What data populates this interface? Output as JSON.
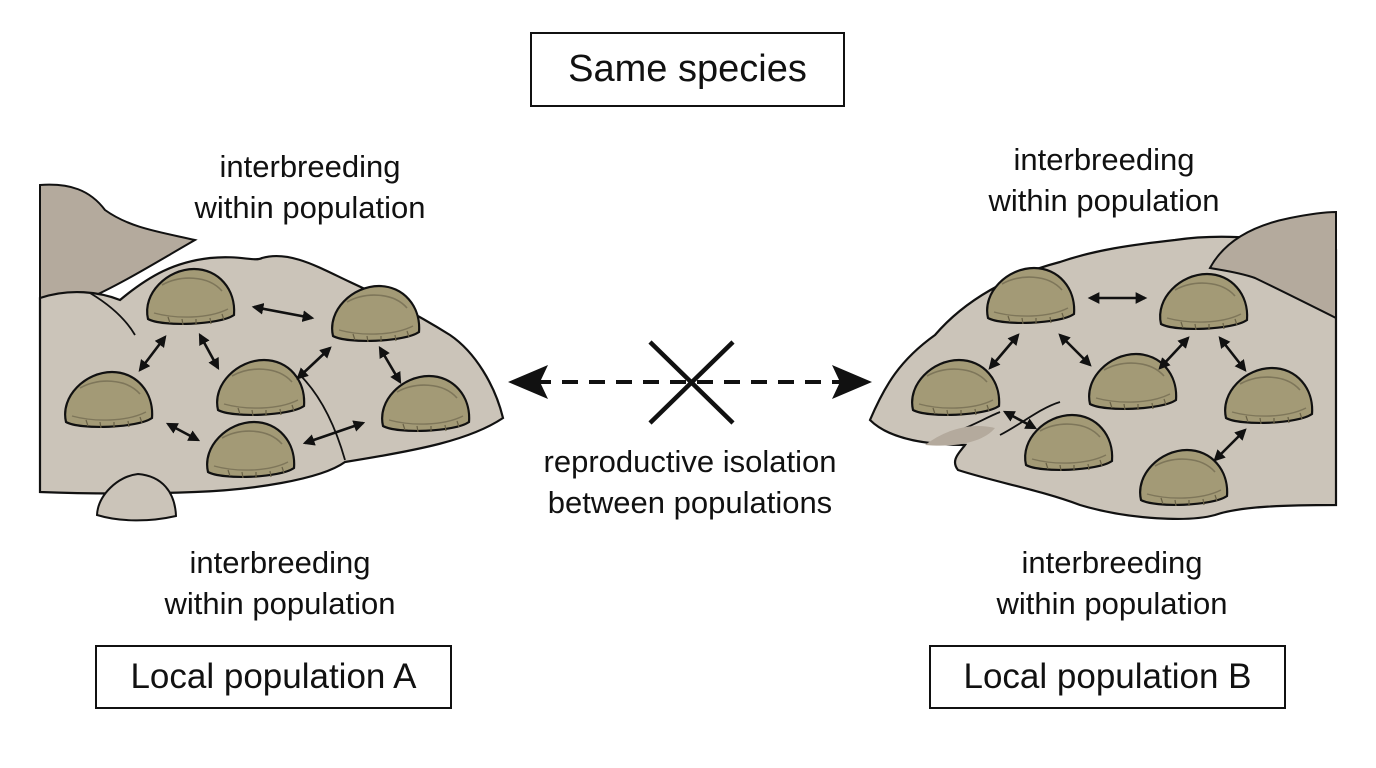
{
  "title": "Same species",
  "population_a": {
    "name": "Local population A",
    "top_label": {
      "line1": "interbreeding",
      "line2": "within population"
    },
    "bottom_label": {
      "line1": "interbreeding",
      "line2": "within population"
    }
  },
  "population_b": {
    "name": "Local population B",
    "top_label": {
      "line1": "interbreeding",
      "line2": "within population"
    },
    "bottom_label": {
      "line1": "interbreeding",
      "line2": "within population"
    }
  },
  "isolation": {
    "line1": "reproductive isolation",
    "line2": "between populations"
  },
  "colors": {
    "rock_light": "#cbc4b9",
    "rock_dark": "#b4aa9d",
    "organism": "#a39a76",
    "outline": "#111111"
  }
}
